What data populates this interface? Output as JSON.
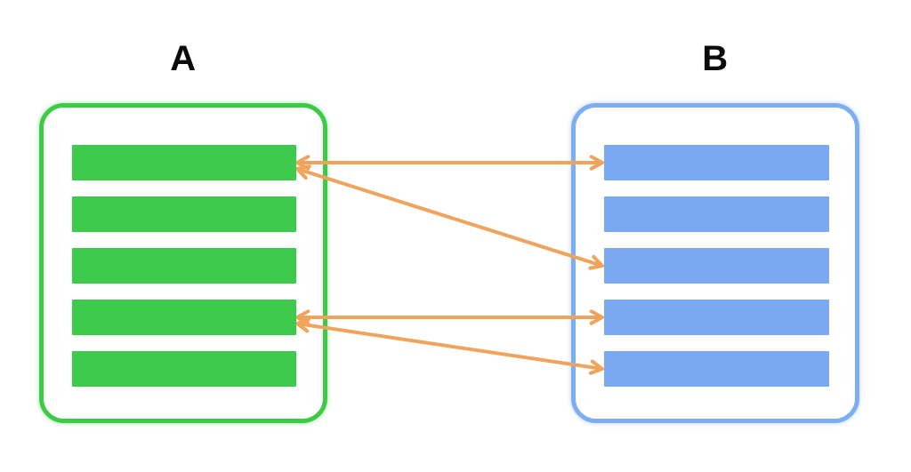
{
  "diagram": {
    "background_color": "#ffffff",
    "arrow_color": "#f0a35c",
    "label_color": "#0b0b0b",
    "groups": [
      {
        "id": "A",
        "label": "A",
        "border_color": "#3bcb45",
        "bar_color": "#3ecb4d",
        "glow_color": "rgba(62, 203, 77, 0.35)",
        "bar_count": 5
      },
      {
        "id": "B",
        "label": "B",
        "border_color": "#7caef0",
        "bar_color": "#7aa9f2",
        "glow_color": "rgba(124, 174, 240, 0.40)",
        "bar_count": 5
      }
    ],
    "connections": [
      {
        "from": "A1",
        "to": "B1",
        "arrow_at_from": true,
        "arrow_at_to": true
      },
      {
        "from": "A1",
        "to": "B3",
        "arrow_at_from": true,
        "arrow_at_to": true
      },
      {
        "from": "A4",
        "to": "B4",
        "arrow_at_from": true,
        "arrow_at_to": true
      },
      {
        "from": "A4",
        "to": "B5",
        "arrow_at_from": true,
        "arrow_at_to": true
      }
    ]
  }
}
